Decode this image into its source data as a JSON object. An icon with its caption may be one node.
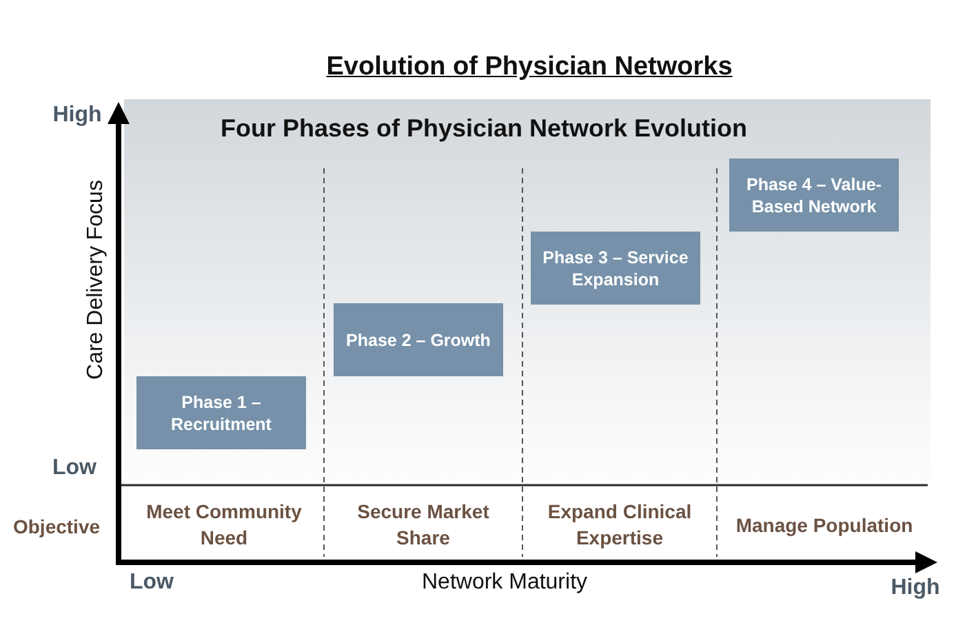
{
  "diagram": {
    "title": "Evolution of Physician Networks",
    "nodes": [
      {
        "text": [
          "Four Phases of Physician Network Evolution"
        ]
      },
      {
        "text": [
          "Phase 1 – Recruitment"
        ],
        "in": 0
      },
      {
        "text": [
          "Phase 2 – Growth"
        ],
        "in": 0
      },
      {
        "text": [
          "Phase 3 – Service Expansion"
        ],
        "in": 0
      },
      {
        "text": [
          "Phase 4 – Value-Based Network"
        ],
        "in": 0
      }
    ],
    "labels": [
      "High",
      "Care Delivery Focus",
      "Low",
      "Objective",
      "Meet Community Need",
      "Secure Market Share",
      "Expand Clinical Expertise",
      "Manage Population",
      "Low",
      "Network Maturity",
      "High"
    ]
  }
}
